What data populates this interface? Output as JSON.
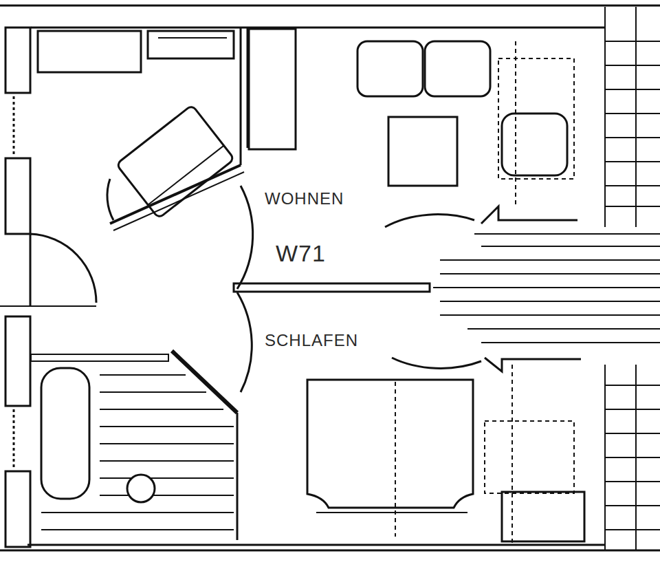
{
  "diagram": {
    "labels": [
      "WOHNEN",
      "W71",
      "SCHLAFEN"
    ]
  }
}
